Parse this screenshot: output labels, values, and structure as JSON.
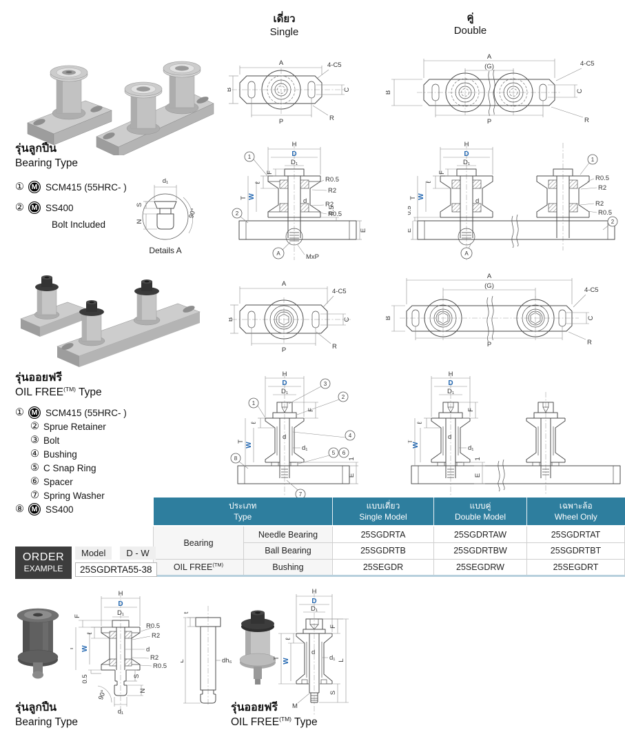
{
  "headers": {
    "single_th": "เดี่ยว",
    "single_en": "Single",
    "double_th": "คู่",
    "double_en": "Double"
  },
  "bearing_section": {
    "title_th": "รุ่นลูกปืน",
    "title_en": "Bearing Type",
    "materials": [
      {
        "num": "①",
        "badge": "M",
        "text": "SCM415 (55HRC- )"
      },
      {
        "num": "②",
        "badge": "M",
        "text": "SS400",
        "note": "Bolt Included"
      }
    ],
    "details_label": "Details A"
  },
  "oilfree_section": {
    "title_th": "รุ่นออยฟรี",
    "title_en_name": "OIL FREE",
    "title_en_tm": "(TM)",
    "title_en_suffix": " Type",
    "parts": [
      {
        "num": "①",
        "badge": "M",
        "text": "SCM415 (55HRC- )"
      },
      {
        "num": "②",
        "badge": "",
        "text": "Sprue Retainer"
      },
      {
        "num": "③",
        "badge": "",
        "text": "Bolt"
      },
      {
        "num": "④",
        "badge": "",
        "text": "Bushing"
      },
      {
        "num": "⑤",
        "badge": "",
        "text": "C Snap Ring"
      },
      {
        "num": "⑥",
        "badge": "",
        "text": "Spacer"
      },
      {
        "num": "⑦",
        "badge": "",
        "text": "Spring Washer"
      },
      {
        "num": "⑧",
        "badge": "M",
        "text": "SS400"
      }
    ]
  },
  "dims": {
    "A": "A",
    "B": "B",
    "C": "C",
    "R": "R",
    "P": "P",
    "G": "(G)",
    "fourC5": "4-C5",
    "H": "H",
    "D": "D",
    "D1": "D₁",
    "F": "F",
    "ell": "ℓ",
    "T": "T",
    "W": "W",
    "d": "d",
    "d1": "d₁",
    "R05": "R0.5",
    "R2": "R2",
    "half": "0.5",
    "one": "1",
    "E": "E",
    "MxP": "MxP",
    "S": "S",
    "N": "N",
    "deg90": "90°",
    "L": "L",
    "t": "t",
    "dh6": "dh₆",
    "M": "M",
    "Adet": "A"
  },
  "callouts": {
    "c1": "1",
    "c2": "2",
    "c3": "3",
    "c4": "4",
    "c5": "5",
    "c6": "6",
    "c7": "7",
    "c8": "8"
  },
  "table": {
    "headers": [
      {
        "th": "ประเภท",
        "en": "Type"
      },
      {
        "th": "แบบเดี่ยว",
        "en": "Single Model"
      },
      {
        "th": "แบบคู่",
        "en": "Double Model"
      },
      {
        "th": "เฉพาะล้อ",
        "en": "Wheel Only"
      }
    ],
    "rows": [
      {
        "group": "Bearing",
        "group_tm": "",
        "sub": "Needle Bearing",
        "single": "25SGDRTA",
        "double": "25SGDRTAW",
        "wheel": "25SGDRTAT"
      },
      {
        "sub": "Ball Bearing",
        "single": "25SGDRTB",
        "double": "25SGDRTBW",
        "wheel": "25SGDRTBT"
      },
      {
        "group": "OIL FREE",
        "group_tm": "(TM)",
        "sub": "Bushing",
        "single": "25SEGDR",
        "double": "25SEGDRW",
        "wheel": "25SEGDRT"
      }
    ]
  },
  "order": {
    "line1": "ORDER",
    "line2": "EXAMPLE",
    "model_label": "Model",
    "dims_label": "D - W",
    "example": "25SGDRTA55-38"
  },
  "bottom": {
    "bearing_th": "รุ่นลูกปืน",
    "bearing_en": "Bearing Type",
    "oilfree_th": "รุ่นออยฟรี",
    "oilfree_en_name": "OIL FREE",
    "oilfree_en_tm": "(TM)",
    "oilfree_en_suffix": " Type"
  },
  "colors": {
    "table_header_bg": "#2e7e9e",
    "dim_blue": "#2166b0",
    "order_box_bg": "#3d3d3d"
  }
}
